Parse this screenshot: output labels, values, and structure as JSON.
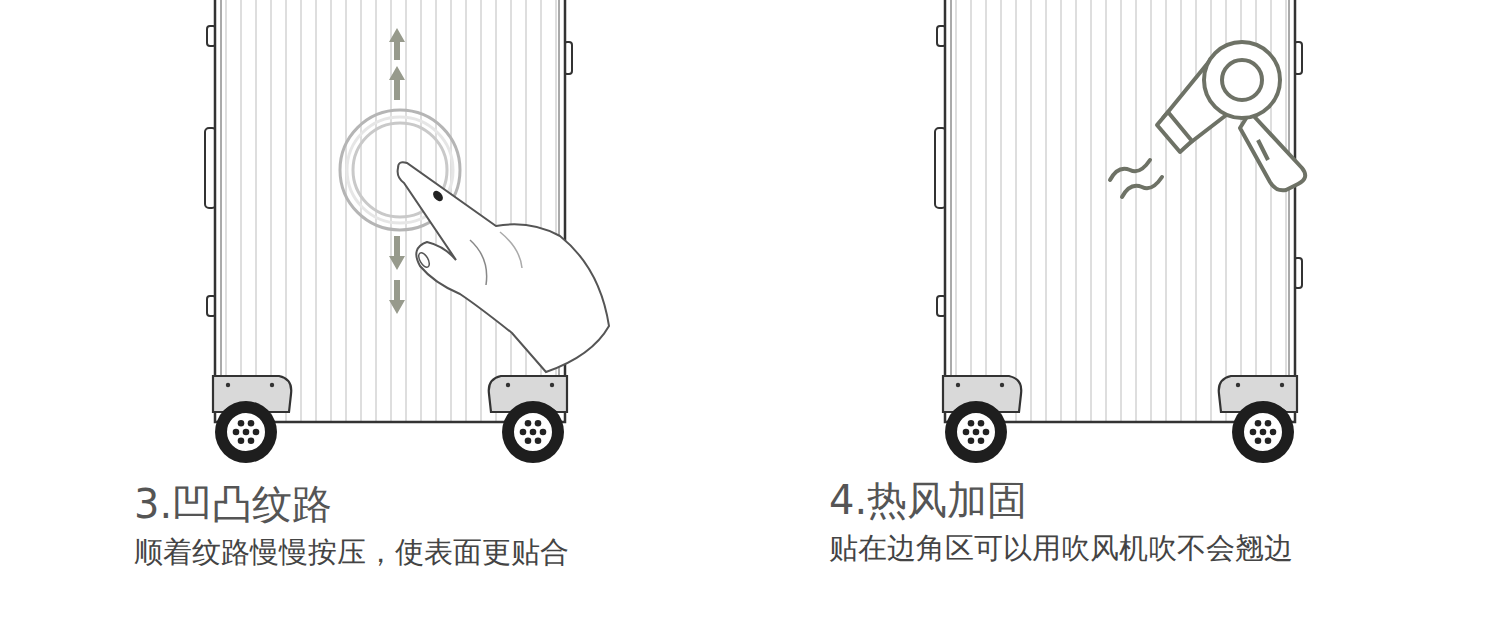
{
  "diagram": {
    "labels": [
      "3.凹凸纹路",
      "顺着纹路慢慢按压，使表面更贴合",
      "4.热风加固",
      "贴在边角区可以用吹风机吹不会翘边"
    ]
  }
}
